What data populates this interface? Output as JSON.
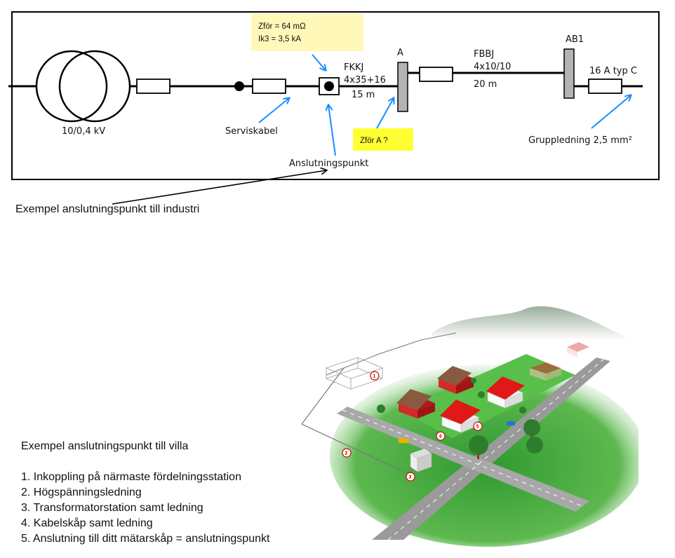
{
  "diagram": {
    "transformer_label": "10/0,4 kV",
    "service_cable_label": "Serviskabel",
    "connection_point_label": "Anslutningspunkt",
    "note_z": "Zför = 64 mΩ",
    "note_ik": "Ik3 = 3,5 kA",
    "cable1_type": "FKKJ",
    "cable1_spec": "4x35+16",
    "cable1_length": "15 m",
    "node_a_label": "A",
    "question_note": "Zför A ?",
    "cable2_type": "FBBJ",
    "cable2_spec": "4x10/10",
    "cable2_length": "20 m",
    "ab1_label": "AB1",
    "fuse_label": "16 A typ C",
    "group_line_label": "Gruppledning 2,5 mm²",
    "colors": {
      "arrow": "#1a8cff",
      "note_bg": "#fff8b8",
      "question_bg": "#ffff33",
      "busbar": "#b3b3b3"
    }
  },
  "industry_caption": "Exempel anslutningspunkt till industri",
  "villa_caption": "Exempel anslutningspunkt till villa",
  "villa_items": [
    "1. Inkoppling på närmaste fördelningsstation",
    "2. Högspänningsledning",
    "3. Transformatorstation samt ledning",
    "4. Kabelskåp samt ledning",
    "5. Anslutning till ditt mätarskåp = anslutningspunkt"
  ],
  "scene_badges": [
    "1",
    "2",
    "3",
    "4",
    "5"
  ]
}
